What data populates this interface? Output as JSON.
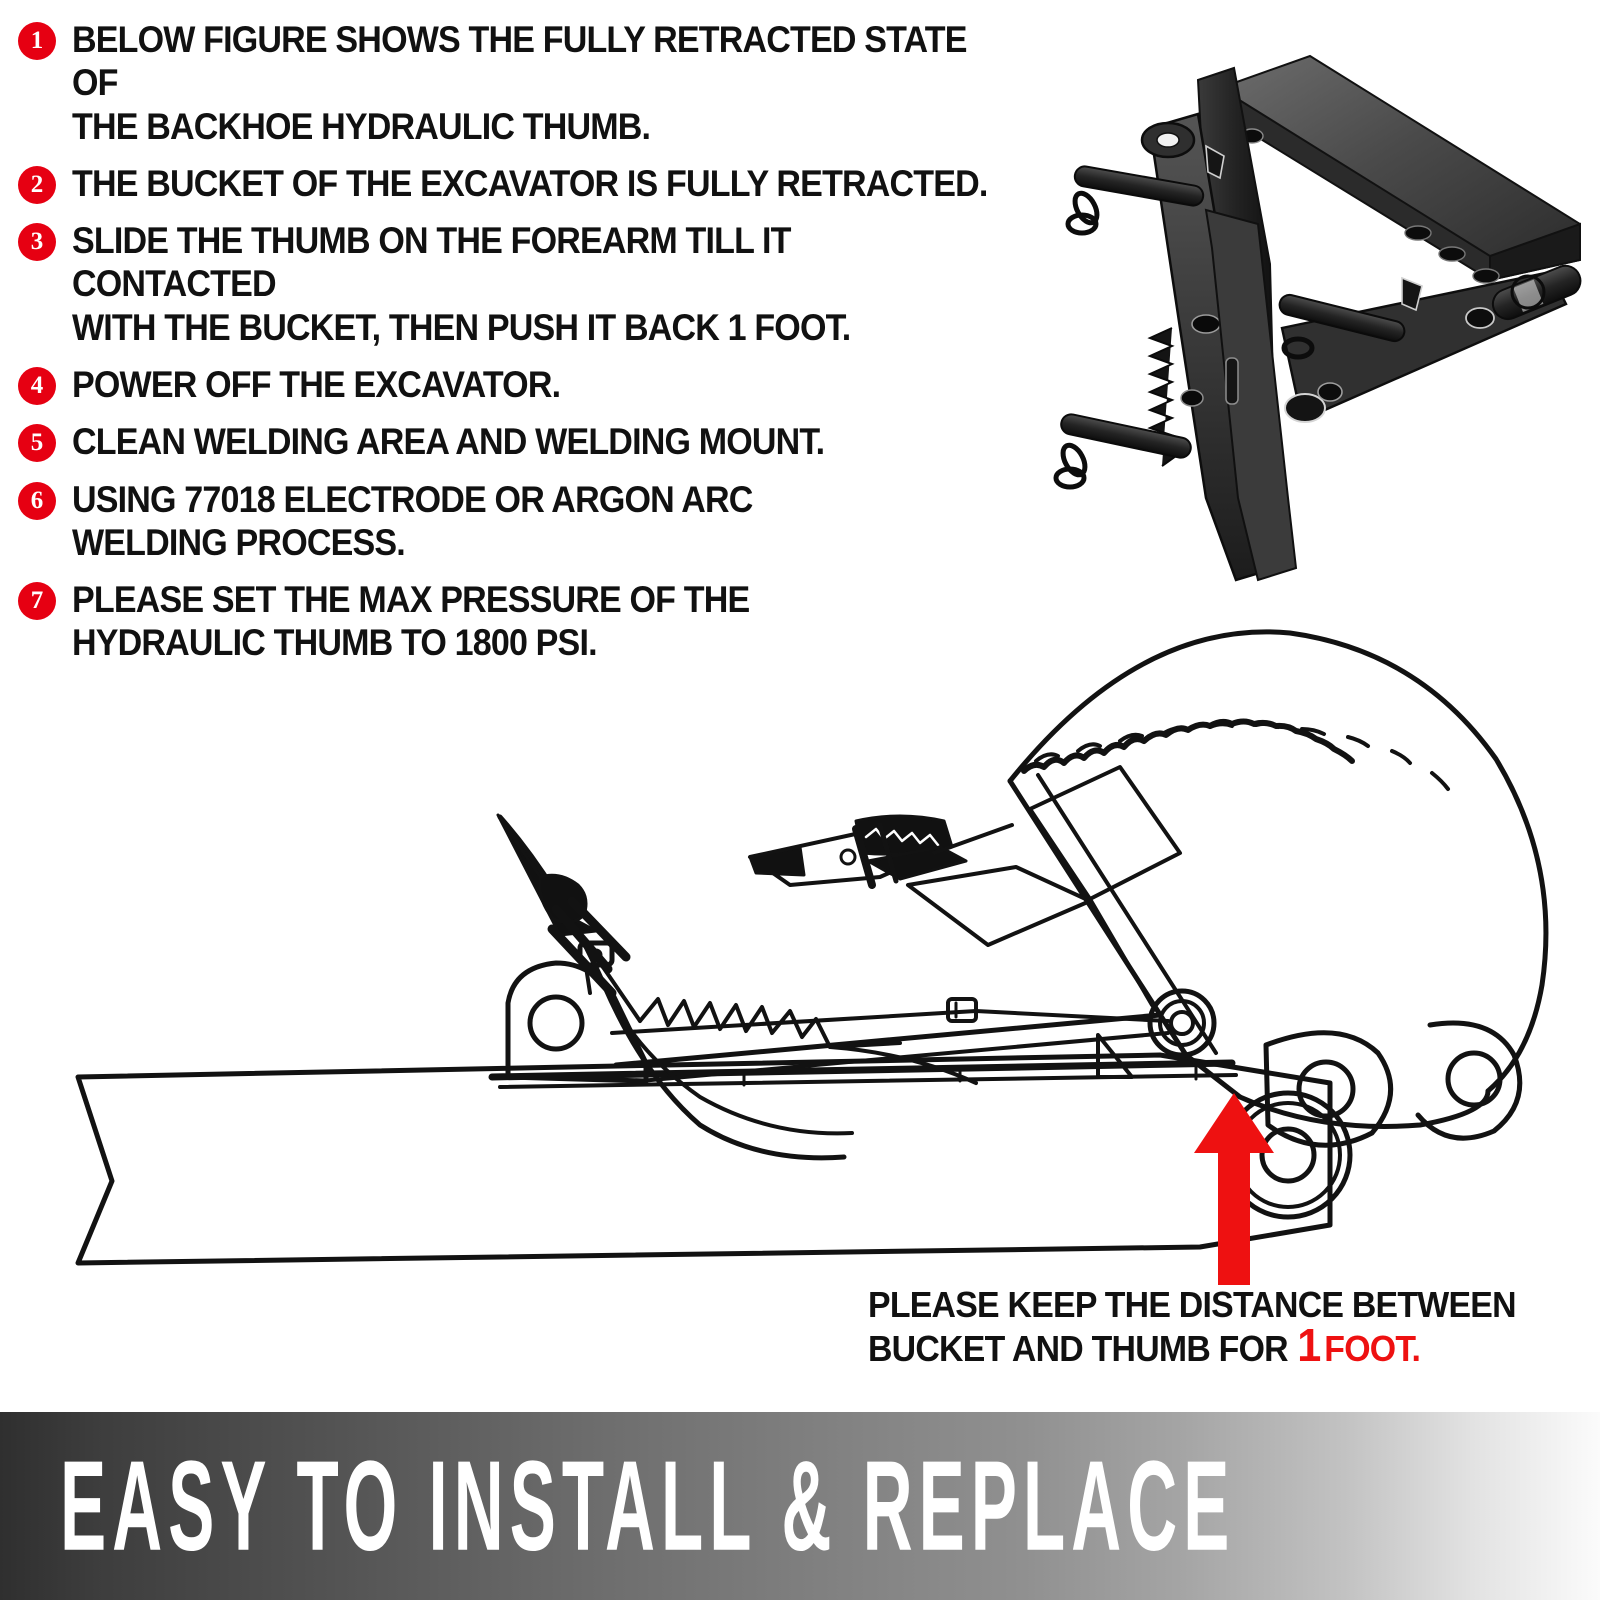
{
  "page": {
    "background": "#ffffff",
    "accent_red": "#e60012",
    "arrow_red": "#ee1111"
  },
  "instructions": {
    "steps": [
      {
        "number": "1",
        "text": "BELOW FIGURE SHOWS THE FULLY RETRACTED STATE OF\nTHE BACKHOE HYDRAULIC THUMB."
      },
      {
        "number": "2",
        "text": "THE BUCKET OF THE EXCAVATOR IS FULLY RETRACTED."
      },
      {
        "number": "3",
        "text": "SLIDE THE THUMB ON THE FOREARM TILL IT CONTACTED\nWITH THE BUCKET, THEN PUSH IT BACK 1 FOOT."
      },
      {
        "number": "4",
        "text": "POWER OFF THE EXCAVATOR."
      },
      {
        "number": "5",
        "text": "CLEAN WELDING AREA AND WELDING MOUNT."
      },
      {
        "number": "6",
        "text": "USING 77018 ELECTRODE OR ARGON ARC\nWELDING PROCESS."
      },
      {
        "number": "7",
        "text": "PLEASE SET THE MAX PRESSURE OF THE\nHYDRAULIC THUMB TO 1800 PSI."
      }
    ]
  },
  "product_photo": {
    "name": "hydraulic-thumb-attachment",
    "color": "#1c1c1c"
  },
  "diagram": {
    "name": "excavator-bucket-and-thumb-side-view",
    "line_color": "#111111",
    "arrow_color": "#ee1111",
    "arrow_label": "distance-gap-indicator"
  },
  "caption": {
    "line1": "PLEASE KEEP THE DISTANCE BETWEEN",
    "line2_prefix": "BUCKET AND THUMB FOR",
    "line2_number": "1",
    "line2_unit": "FOOT."
  },
  "banner": {
    "text": "EASY TO INSTALL & REPLACE",
    "gradient_from": "#2f2f2f",
    "gradient_to": "#fbfbfb",
    "text_color": "#ffffff"
  }
}
